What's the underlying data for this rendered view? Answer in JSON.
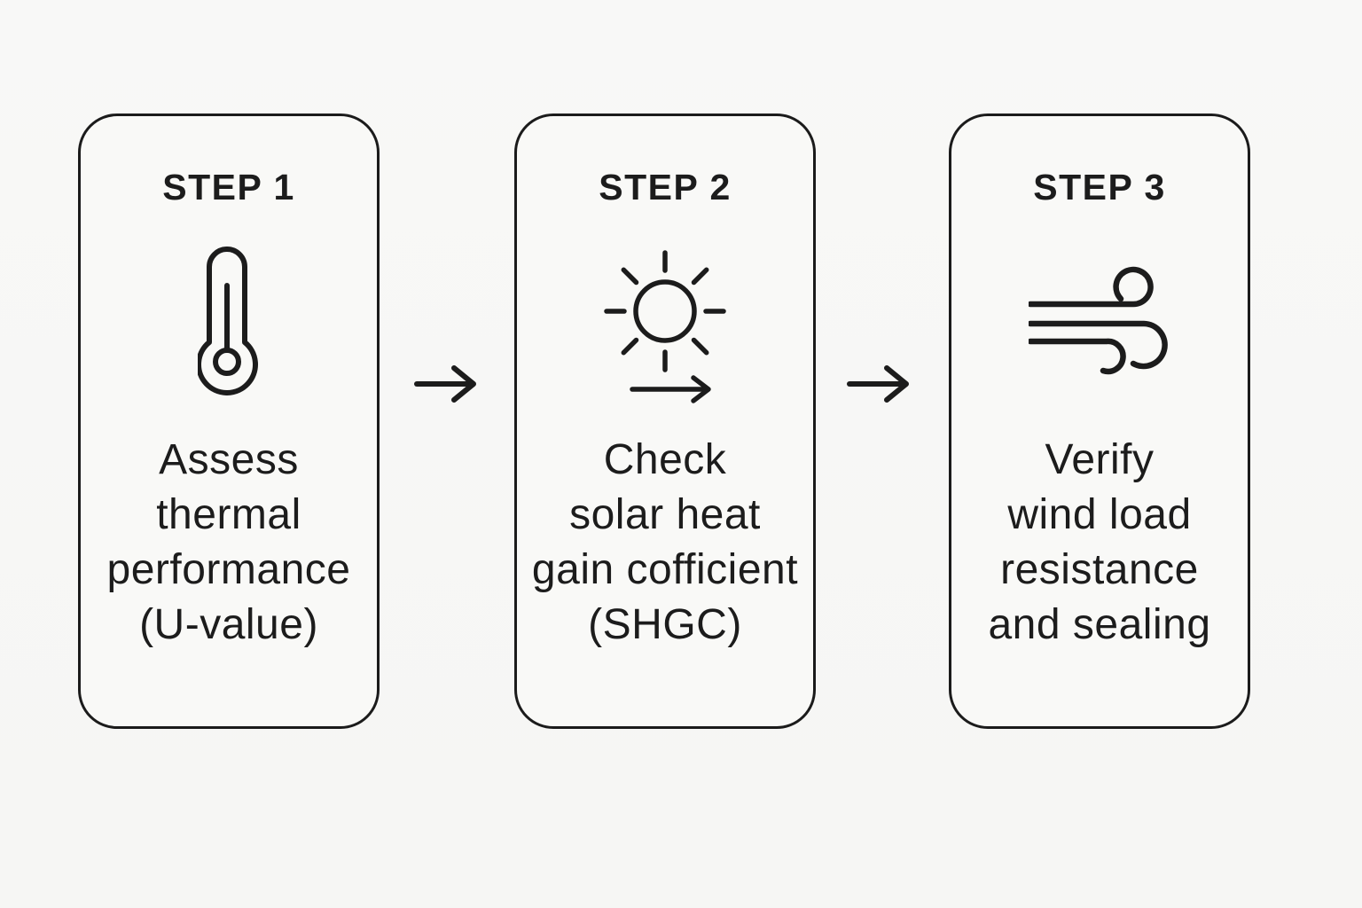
{
  "diagram": {
    "background": "#f7f7f5",
    "line_color": "#1c1c1c",
    "steps": [
      {
        "label": "STEP 1",
        "icon": "thermometer-icon",
        "lines": {
          "l1": "Assess",
          "l2": "thermal",
          "l3": "performance",
          "l4": "(U-value)"
        }
      },
      {
        "label": "STEP 2",
        "icon": "sun-arrow-icon",
        "lines": {
          "l1": "Check",
          "l2": "solar heat",
          "l3": "gain cofficient",
          "l4": "(SHGC)"
        }
      },
      {
        "label": "STEP 3",
        "icon": "wind-icon",
        "lines": {
          "l1": "Verify",
          "l2": "wind load",
          "l3": "resistance",
          "l4": "and sealing"
        }
      }
    ],
    "connectors": [
      {
        "icon": "right-arrow-icon"
      },
      {
        "icon": "right-arrow-icon"
      }
    ]
  }
}
